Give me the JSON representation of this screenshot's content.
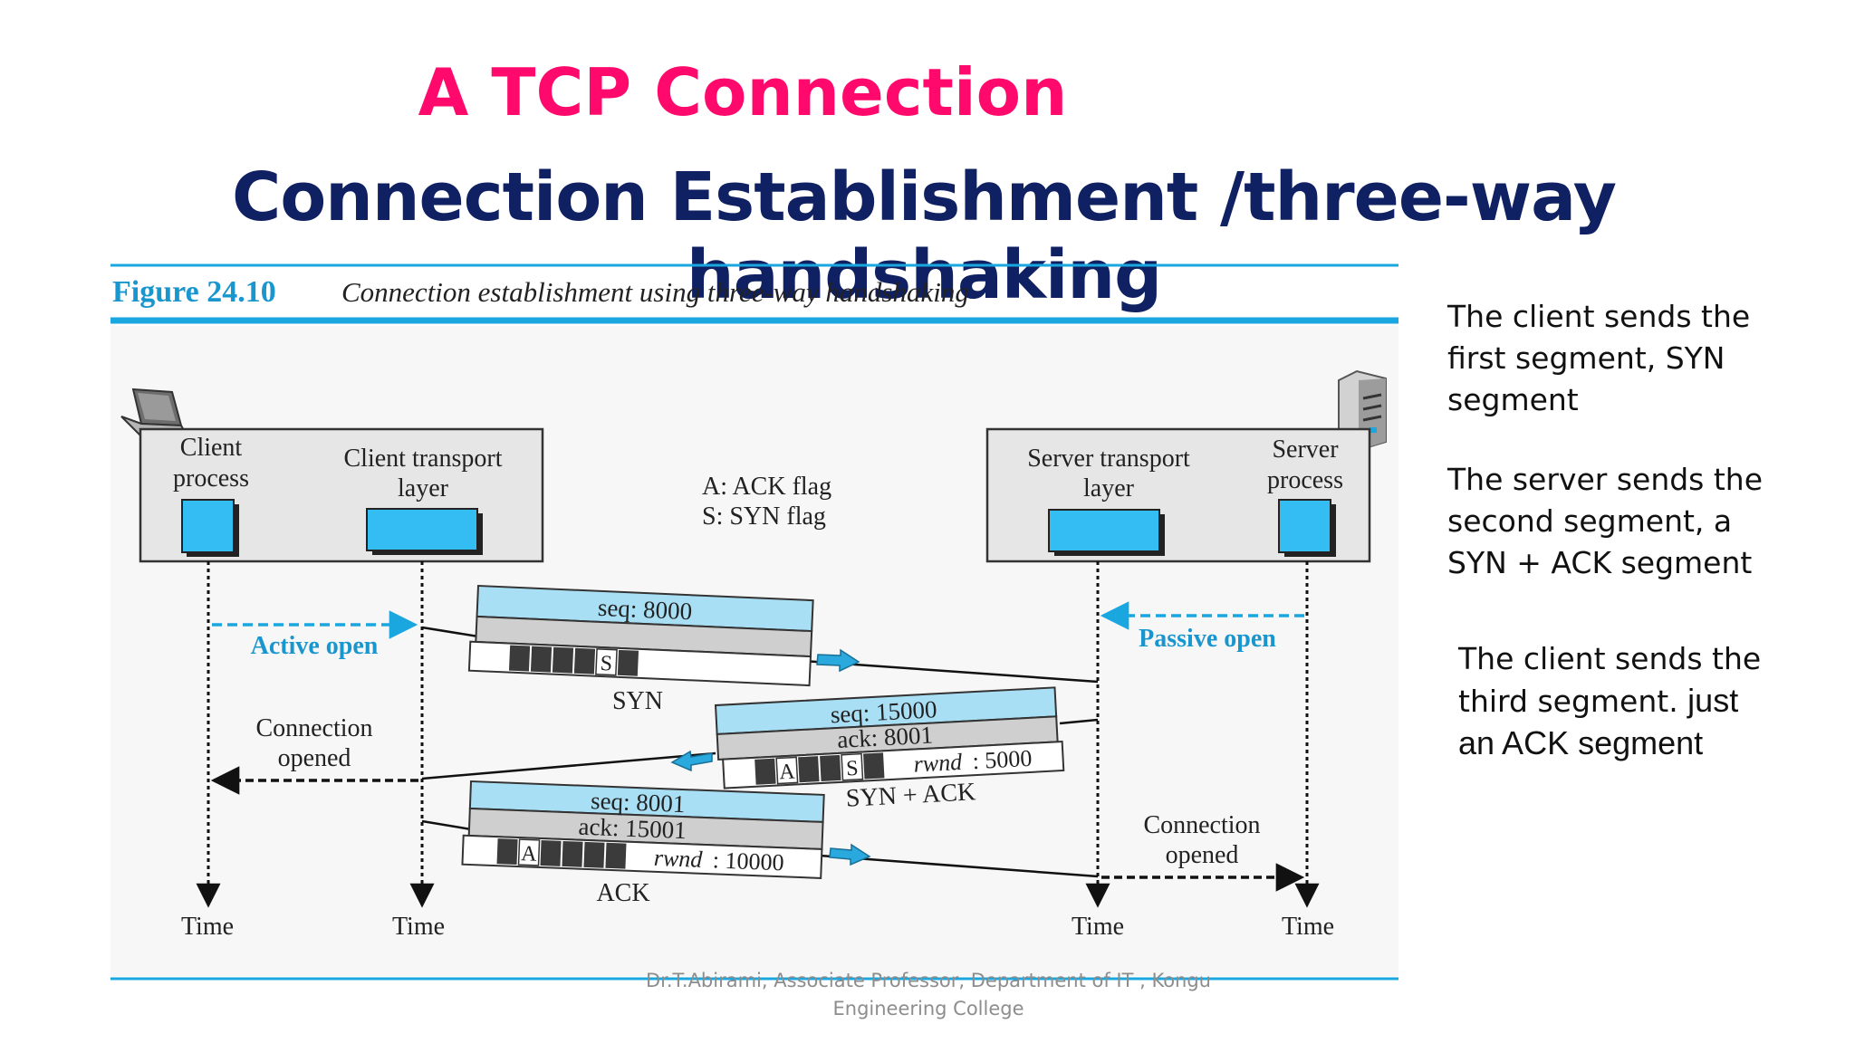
{
  "slide": {
    "title": "A TCP Connection",
    "subtitle": "Connection Establishment /three-way handshaking",
    "footer_line1": "Dr.T.Abirami, Associate Professor,  Department of IT , Kongu",
    "footer_line2": "Engineering College"
  },
  "figure": {
    "number": "Figure 24.10",
    "caption": "Connection establishment using three-way handshaking",
    "client_box": {
      "process_line1": "Client",
      "process_line2": "process",
      "transport_line1": "Client transport",
      "transport_line2": "layer"
    },
    "server_box": {
      "transport_line1": "Server transport",
      "transport_line2": "layer",
      "process_line1": "Server",
      "process_line2": "process"
    },
    "legend": {
      "ack": "A: ACK flag",
      "syn": "S: SYN flag"
    },
    "active_open": "Active open",
    "passive_open": "Passive open",
    "client_conn_line1": "Connection",
    "client_conn_line2": "opened",
    "server_conn_line1": "Connection",
    "server_conn_line2": "opened",
    "segments": {
      "syn": {
        "seq": "seq: 8000",
        "flag_s": "S",
        "label": "SYN"
      },
      "synack": {
        "seq": "seq: 15000",
        "ack": "ack: 8001",
        "flag_a": "A",
        "flag_s": "S",
        "rwnd_key": "rwnd",
        "rwnd_val": ": 5000",
        "label": "SYN + ACK"
      },
      "ack": {
        "seq": "seq: 8001",
        "ack": "ack: 15001",
        "flag_a": "A",
        "rwnd_key": "rwnd",
        "rwnd_val": ": 10000",
        "label": "ACK"
      }
    },
    "time_labels": [
      "Time",
      "Time",
      "Time",
      "Time"
    ],
    "icons": [
      "laptop-icon",
      "server-icon"
    ]
  },
  "notes": {
    "first": [
      "The client sends the",
      "first segment, SYN",
      "segment"
    ],
    "second": [
      "The server sends the",
      "second segment, a",
      "SYN + ACK segment"
    ],
    "third": [
      "The client sends the",
      "third segment. ",
      "just",
      "an ACK segment"
    ]
  },
  "colors": {
    "title": "#ff0a6c",
    "subtitle": "#0f2063",
    "figure_rule": "#1aa7e0",
    "segment_header": "#a9dff5",
    "segment_sub": "#cfcfcf",
    "box_fill": "#e6e6e6",
    "process_square": "#34bdf2",
    "arrow_blue": "#2aa9df"
  }
}
